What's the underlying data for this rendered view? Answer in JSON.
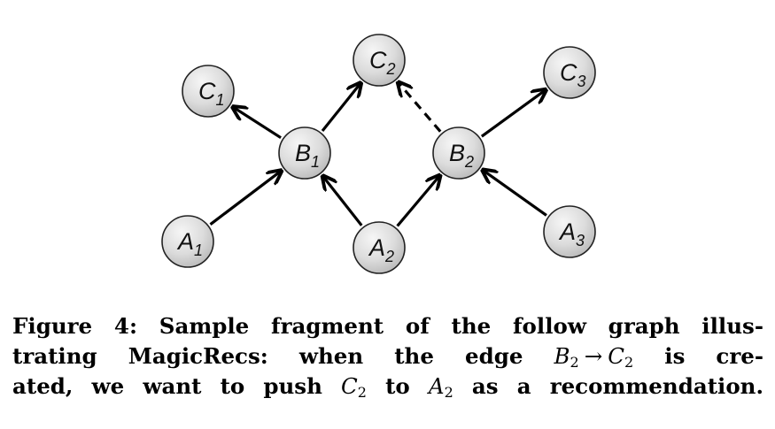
{
  "graph": {
    "nodes": [
      {
        "id": "C1",
        "letter": "C",
        "sub": "1"
      },
      {
        "id": "C2",
        "letter": "C",
        "sub": "2"
      },
      {
        "id": "C3",
        "letter": "C",
        "sub": "3"
      },
      {
        "id": "B1",
        "letter": "B",
        "sub": "1"
      },
      {
        "id": "B2",
        "letter": "B",
        "sub": "2"
      },
      {
        "id": "A1",
        "letter": "A",
        "sub": "1"
      },
      {
        "id": "A2",
        "letter": "A",
        "sub": "2"
      },
      {
        "id": "A3",
        "letter": "A",
        "sub": "3"
      }
    ],
    "edges": [
      {
        "from": "A1",
        "to": "B1",
        "style": "solid"
      },
      {
        "from": "A2",
        "to": "B1",
        "style": "solid"
      },
      {
        "from": "A2",
        "to": "B2",
        "style": "solid"
      },
      {
        "from": "A3",
        "to": "B2",
        "style": "solid"
      },
      {
        "from": "B1",
        "to": "C1",
        "style": "solid"
      },
      {
        "from": "B1",
        "to": "C2",
        "style": "solid"
      },
      {
        "from": "B2",
        "to": "C3",
        "style": "solid"
      },
      {
        "from": "B2",
        "to": "C2",
        "style": "dashed"
      }
    ],
    "colors": {
      "node_fill_light": "#f2f2f2",
      "node_fill_dark": "#c8c8c8",
      "node_stroke": "#222222",
      "edge": "#000000"
    }
  },
  "caption": {
    "line1": "Figure 4: Sample fragment of the follow graph illus-",
    "line2_prefix": "trating MagicRecs: when the edge",
    "line2_from_letter": "B",
    "line2_from_sub": "2",
    "line2_arrow": "→",
    "line2_to_letter": "C",
    "line2_to_sub": "2",
    "line2_suffix": "is cre-",
    "line3_prefix": "ated, we want to push",
    "line3_push_letter": "C",
    "line3_push_sub": "2",
    "line3_mid": "to",
    "line3_target_letter": "A",
    "line3_target_sub": "2",
    "line3_suffix": "as a recommendation."
  }
}
